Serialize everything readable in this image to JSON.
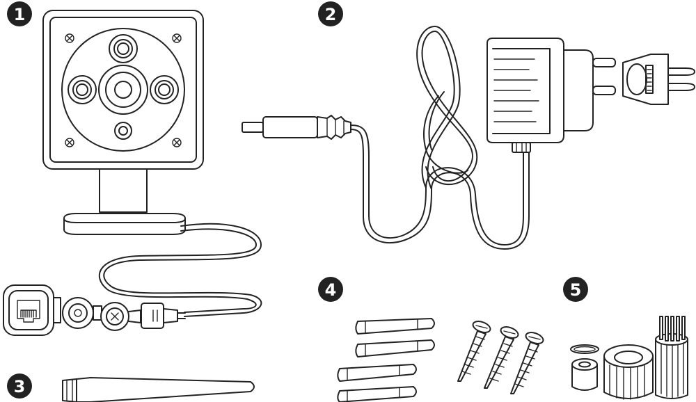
{
  "labels": {
    "camera": "1",
    "power_adapter": "2",
    "antenna": "3",
    "wall_anchors_screws": "4",
    "waterproof_kit": "5"
  },
  "colors": {
    "line": "#222222",
    "badge": "#222222",
    "badge_text": "#ffffff",
    "background": "#ffffff"
  }
}
